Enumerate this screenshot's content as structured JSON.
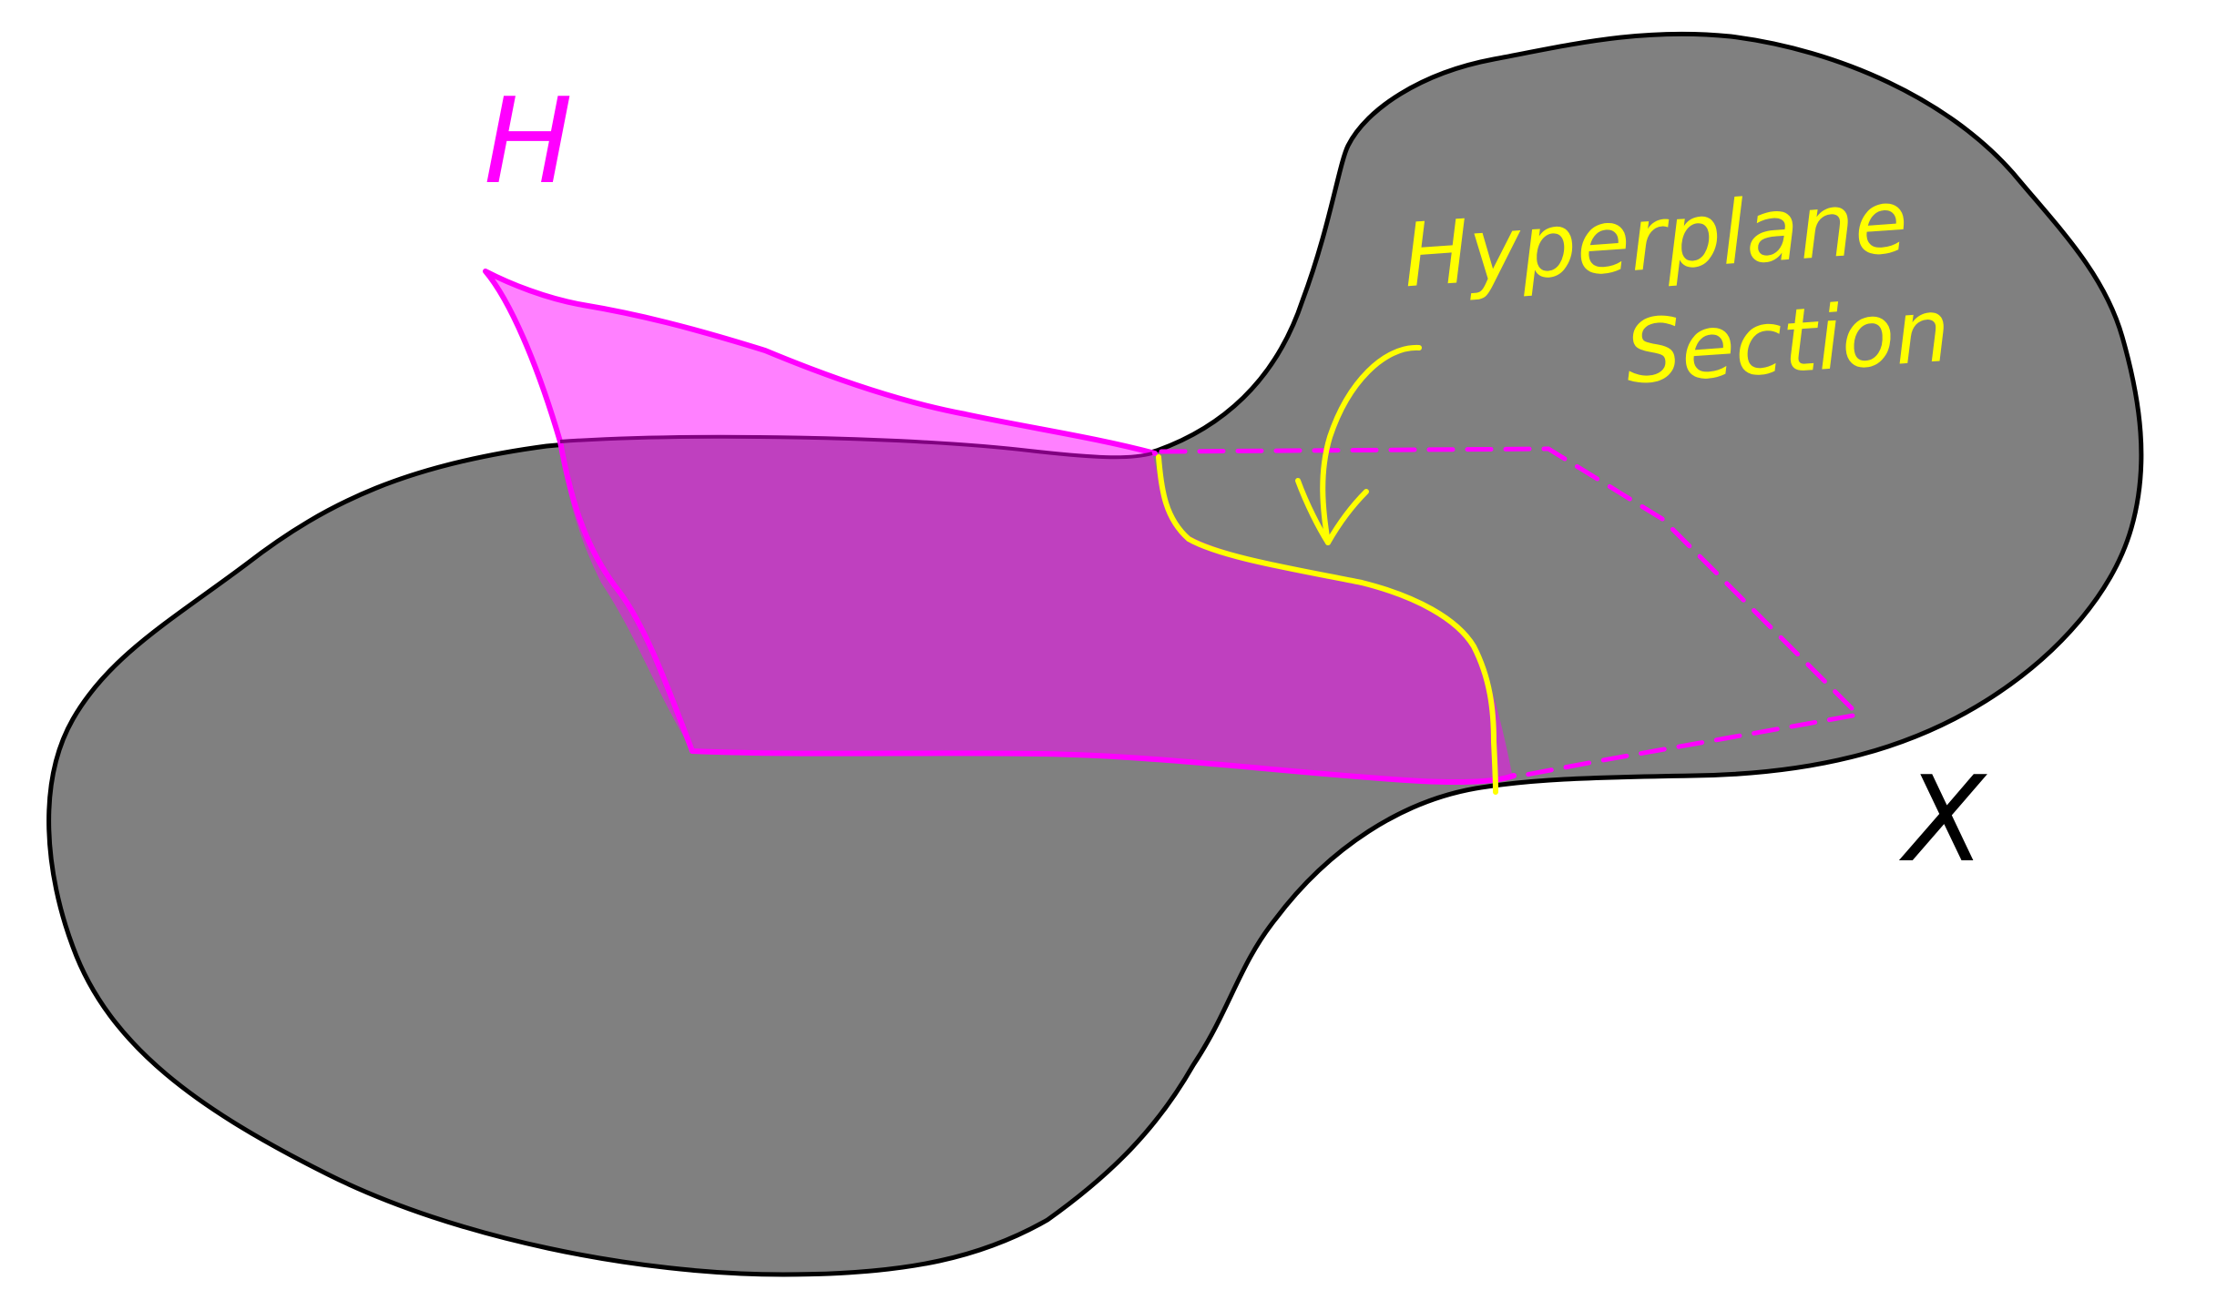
{
  "labels": {
    "hyperplane": "H",
    "variety": "X",
    "annotation_line1": "Hyperplane",
    "annotation_line2": "Section"
  },
  "colors": {
    "variety_fill": "#808080",
    "outline": "#000000",
    "hyperplane_stroke": "#ff00ff",
    "hyperplane_fill_above": "#ff80ff",
    "hyperplane_fill_on_variety": "#bf40bf",
    "section_highlight": "#ffff00",
    "background": "#ffffff"
  },
  "icons": {
    "arrow": "curved-arrow-icon"
  }
}
